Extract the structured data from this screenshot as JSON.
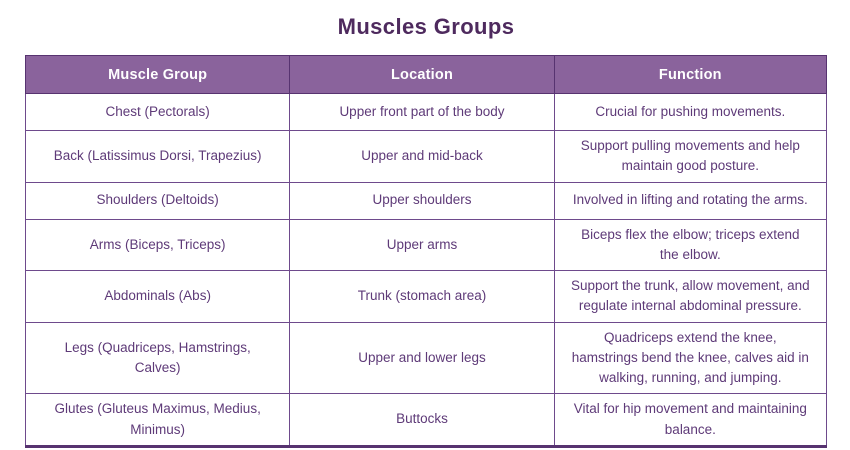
{
  "page": {
    "title": "Muscles Groups"
  },
  "colors": {
    "header_bg": "#8a639c",
    "header_text": "#ffffff",
    "title_text": "#4e2a5e",
    "cell_text": "#5e3a78",
    "border": "#6e4a8c",
    "border_heavy": "#573370"
  },
  "table": {
    "columns": [
      "Muscle Group",
      "Location",
      "Function"
    ],
    "rows": [
      {
        "muscle_group": "Chest (Pectorals)",
        "location": "Upper front part of the body",
        "function": "Crucial for pushing movements."
      },
      {
        "muscle_group": "Back (Latissimus Dorsi, Trapezius)",
        "location": "Upper and mid-back",
        "function": "Support pulling movements and help maintain good posture."
      },
      {
        "muscle_group": "Shoulders (Deltoids)",
        "location": "Upper shoulders",
        "function": "Involved in lifting and rotating the arms."
      },
      {
        "muscle_group": "Arms (Biceps, Triceps)",
        "location": "Upper arms",
        "function": "Biceps flex the elbow; triceps extend the elbow."
      },
      {
        "muscle_group": "Abdominals (Abs)",
        "location": "Trunk (stomach area)",
        "function": "Support the trunk, allow movement, and regulate internal abdominal pressure."
      },
      {
        "muscle_group": "Legs (Quadriceps, Hamstrings, Calves)",
        "location": "Upper and lower legs",
        "function": "Quadriceps extend the knee, hamstrings bend the knee, calves aid in walking, running, and jumping."
      },
      {
        "muscle_group": "Glutes (Gluteus Maximus, Medius, Minimus)",
        "location": "Buttocks",
        "function": "Vital for hip movement and maintaining balance."
      }
    ]
  }
}
